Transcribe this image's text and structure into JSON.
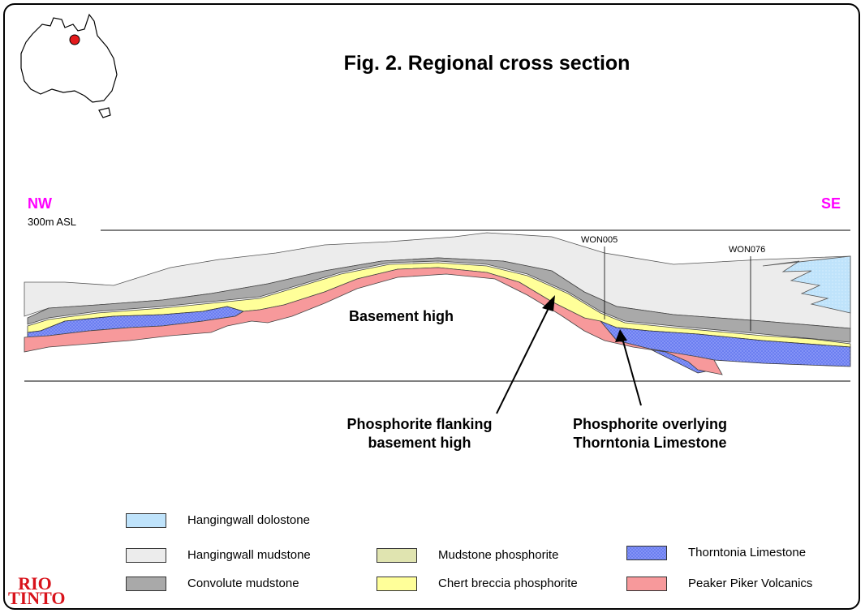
{
  "title": "Fig. 2. Regional cross section",
  "directions": {
    "left": "NW",
    "right": "SE"
  },
  "datum_label": "300m ASL",
  "wells": [
    "WON005",
    "WON076"
  ],
  "annotations": {
    "basement": "Basement high",
    "flanking_line1": "Phosphorite flanking",
    "flanking_line2": "basement high",
    "overlying_line1": "Phosphorite overlying",
    "overlying_line2": "Thorntonia Limestone"
  },
  "legend": {
    "hangingwall_dolostone": "Hangingwall dolostone",
    "hangingwall_mudstone": "Hangingwall mudstone",
    "convolute_mudstone": "Convolute mudstone",
    "mudstone_phosphorite": "Mudstone phosphorite",
    "chert_breccia_phosphorite": "Chert breccia phosphorite",
    "thorntonia_limestone": "Thorntonia Limestone",
    "peaker_piker_volcanics": "Peaker Piker Volcanics"
  },
  "colors": {
    "hangingwall_dolostone": "#bfe3fb",
    "hangingwall_mudstone": "#ececec",
    "convolute_mudstone": "#a9a9a9",
    "mudstone_phosphorite": "#e0e4b0",
    "chert_breccia_phosphorite": "#ffff99",
    "thorntonia_limestone": "#6b7ef0",
    "peaker_piker_volcanics": "#f7999b",
    "direction_label": "#ff00ff",
    "logo": "#d8131b"
  },
  "logo": {
    "line1": "RIO",
    "line2": "TINTO"
  },
  "map": {
    "icon": "australia-map-icon"
  }
}
